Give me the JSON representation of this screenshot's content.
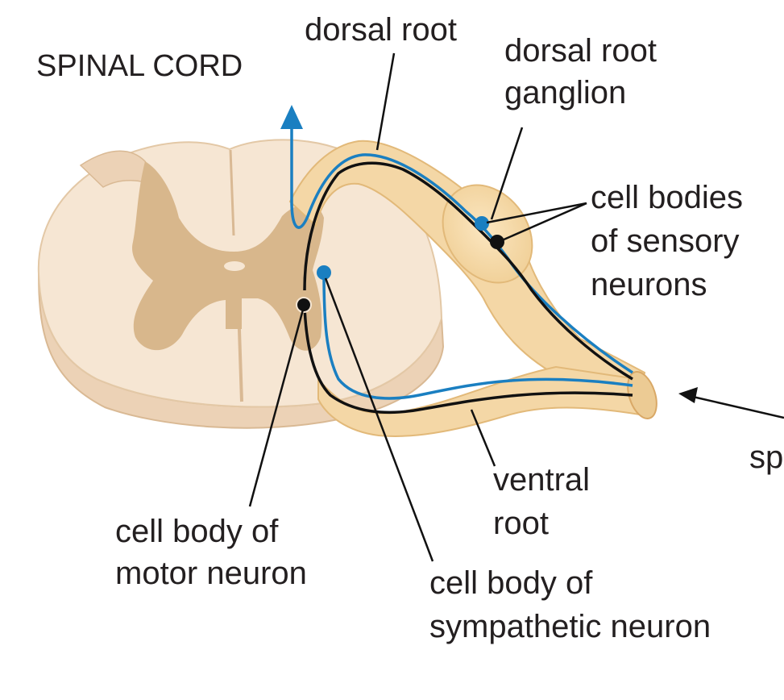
{
  "diagram": {
    "title": "SPINAL CORD",
    "labels": {
      "dorsal_root": "dorsal root",
      "dorsal_root_ganglion_line1": "dorsal root",
      "dorsal_root_ganglion_line2": "ganglion",
      "sensory_line1": "cell bodies",
      "sensory_line2": "of sensory",
      "sensory_line3": "neurons",
      "spinal_nerve_partial": "sp",
      "ventral_root_line1": "ventral",
      "ventral_root_line2": "root",
      "motor_line1": "cell body of",
      "motor_line2": "motor neuron",
      "sympathetic_line1": "cell body of",
      "sympathetic_line2": "sympathetic neuron"
    },
    "colors": {
      "white_matter": "#f6e6d3",
      "white_matter_side": "#ecd2b6",
      "gray_matter": "#d8b78c",
      "nerve_fill": "#f4d7a6",
      "nerve_edge": "#e2b979",
      "sensory_pathway": "#1a7fc1",
      "motor_pathway": "#111111",
      "text": "#231f20"
    }
  }
}
